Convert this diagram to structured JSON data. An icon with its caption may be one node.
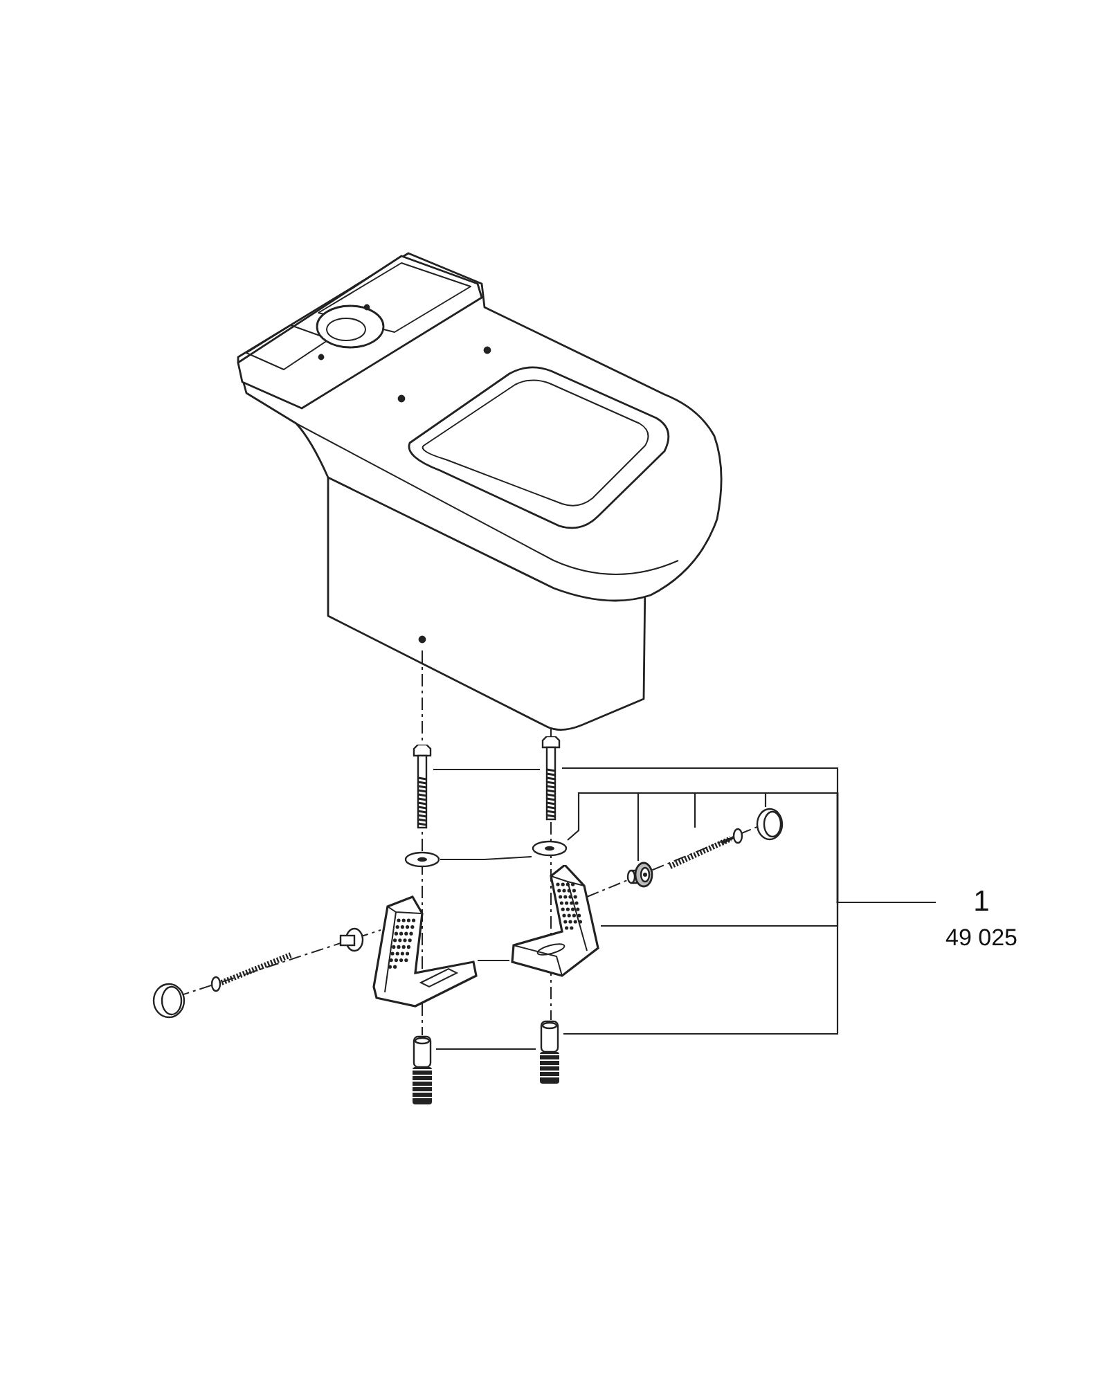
{
  "diagram": {
    "nodes": [
      {
        "text": [
          "1",
          "49 025"
        ]
      },
      {
        "text": [],
        "shape": "picture"
      },
      {
        "text": [],
        "shape": "picture"
      },
      {
        "text": [],
        "shape": "picture"
      },
      {
        "text": [],
        "shape": "picture"
      },
      {
        "text": [],
        "shape": "picture"
      },
      {
        "text": [],
        "shape": "picture"
      },
      {
        "text": [],
        "shape": "picture"
      },
      {
        "text": [],
        "shape": "picture"
      },
      {
        "text": [],
        "shape": "picture"
      },
      {
        "text": [],
        "shape": "picture"
      },
      {
        "text": [],
        "shape": "picture"
      }
    ],
    "edges": [
      {
        "from": 0,
        "to": 2,
        "arrow": "none"
      },
      {
        "from": 1,
        "to": 2,
        "arrow": "none"
      },
      {
        "from": 0,
        "to": 4,
        "arrow": "none"
      },
      {
        "from": 3,
        "to": 4,
        "arrow": "none"
      },
      {
        "from": 0,
        "to": 9,
        "arrow": "none"
      },
      {
        "from": 0,
        "to": 10,
        "arrow": "none"
      },
      {
        "from": 0,
        "to": 11,
        "arrow": "none"
      },
      {
        "from": 0,
        "to": 6,
        "arrow": "none"
      },
      {
        "from": 5,
        "to": 6,
        "arrow": "none"
      },
      {
        "from": 0,
        "to": 8,
        "arrow": "none"
      },
      {
        "from": 7,
        "to": 8,
        "arrow": "none"
      }
    ]
  }
}
